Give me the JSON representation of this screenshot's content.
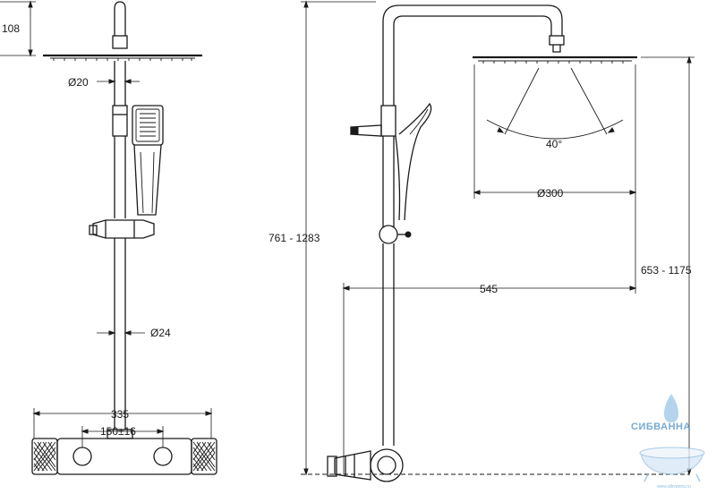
{
  "dimensions": {
    "head_height": "108",
    "bar_diameter": "Ø20",
    "pipe_diameter": "Ø24",
    "mixer_width": "335",
    "connection_spacing": "150±16",
    "total_height": "761 - 1283",
    "spray_angle": "40°",
    "head_diameter": "Ø300",
    "arm_reach": "545",
    "head_to_mixer_height": "653 - 1175"
  },
  "watermark": {
    "brand": "СИБВАННА",
    "url": "www.sibvanna.ru"
  }
}
